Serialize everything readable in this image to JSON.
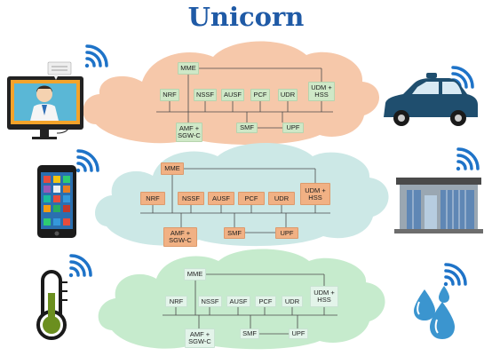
{
  "title": "Unicorn",
  "colors": {
    "title": "#1f5aa6",
    "cloud_top": "#f6c8aa",
    "cloud_middle": "#cce8e6",
    "cloud_bottom": "#c6ebcd",
    "box_top": "#cfe8c7",
    "box_middle": "#f1b184",
    "box_bottom": "#e3f4ea",
    "wifi": "#1e73c8"
  },
  "clouds": [
    {
      "name": "top",
      "functions": {
        "mme": "MME",
        "nrf": "NRF",
        "nssf": "NSSF",
        "ausf": "AUSF",
        "pcf": "PCF",
        "udr": "UDR",
        "udm": "UDM +\nHSS",
        "amf": "AMF +\nSGW-C",
        "smf": "SMF",
        "upf": "UPF"
      }
    },
    {
      "name": "middle",
      "functions": {
        "mme": "MME",
        "nrf": "NRF",
        "nssf": "NSSF",
        "ausf": "AUSF",
        "pcf": "PCF",
        "udr": "UDR",
        "udm": "UDM +\nHSS",
        "amf": "AMF +\nSGW-C",
        "smf": "SMF",
        "upf": "UPF"
      }
    },
    {
      "name": "bottom",
      "functions": {
        "mme": "MME",
        "nrf": "NRF",
        "nssf": "NSSF",
        "ausf": "AUSF",
        "pcf": "PCF",
        "udr": "UDR",
        "udm": "UDM +\nHSS",
        "amf": "AMF +\nSGW-C",
        "smf": "SMF",
        "upf": "UPF"
      }
    }
  ],
  "devices": {
    "left": [
      "doctor-monitor-icon",
      "smartphone-icon",
      "thermometer-icon"
    ],
    "right": [
      "car-icon",
      "building-icon",
      "water-drops-icon"
    ]
  }
}
